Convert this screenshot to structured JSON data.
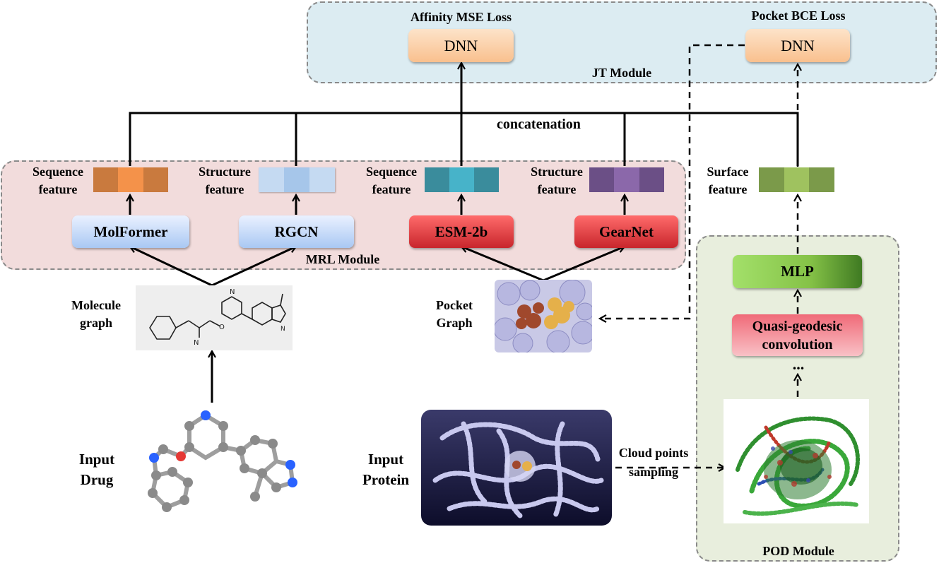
{
  "jt_module": {
    "label": "JT Module",
    "affinity_loss": "Affinity MSE Loss",
    "pocket_loss": "Pocket BCE Loss",
    "dnn_left": "DNN",
    "dnn_right": "DNN"
  },
  "concatenation": "concatenation",
  "mrl_module": {
    "label": "MRL Module",
    "drug_sequence_feature": "Sequence\nfeature",
    "drug_structure_feature": "Structure\nfeature",
    "protein_sequence_feature": "Sequence\nfeature",
    "protein_structure_feature": "Structure\nfeature",
    "molformer": "MolFormer",
    "rgcn": "RGCN",
    "esm": "ESM-2b",
    "gearnet": "GearNet"
  },
  "surface_feature": "Surface\nfeature",
  "pod_module": {
    "label": "POD Module",
    "mlp": "MLP",
    "quasi": "Quasi-geodesic\nconvolution",
    "ellipsis": "..."
  },
  "molecule_graph": "Molecule\ngraph",
  "pocket_graph": "Pocket\nGraph",
  "input_drug": "Input\nDrug",
  "input_protein": "Input\nProtein",
  "cloud_points": "Cloud points\nsampling",
  "colors": {
    "drug_seq": [
      "#c97a3e",
      "#f4924a",
      "#c97a3e"
    ],
    "drug_struct": [
      "#c5daf2",
      "#a6c6ea",
      "#c5daf2"
    ],
    "prot_seq": [
      "#3a8c9c",
      "#47b3c9",
      "#3a8c9c"
    ],
    "prot_struct": [
      "#6b4f86",
      "#8b68aa",
      "#6b4f86"
    ],
    "surface": [
      "#7b9a4a",
      "#9fc25f",
      "#7b9a4a"
    ]
  }
}
